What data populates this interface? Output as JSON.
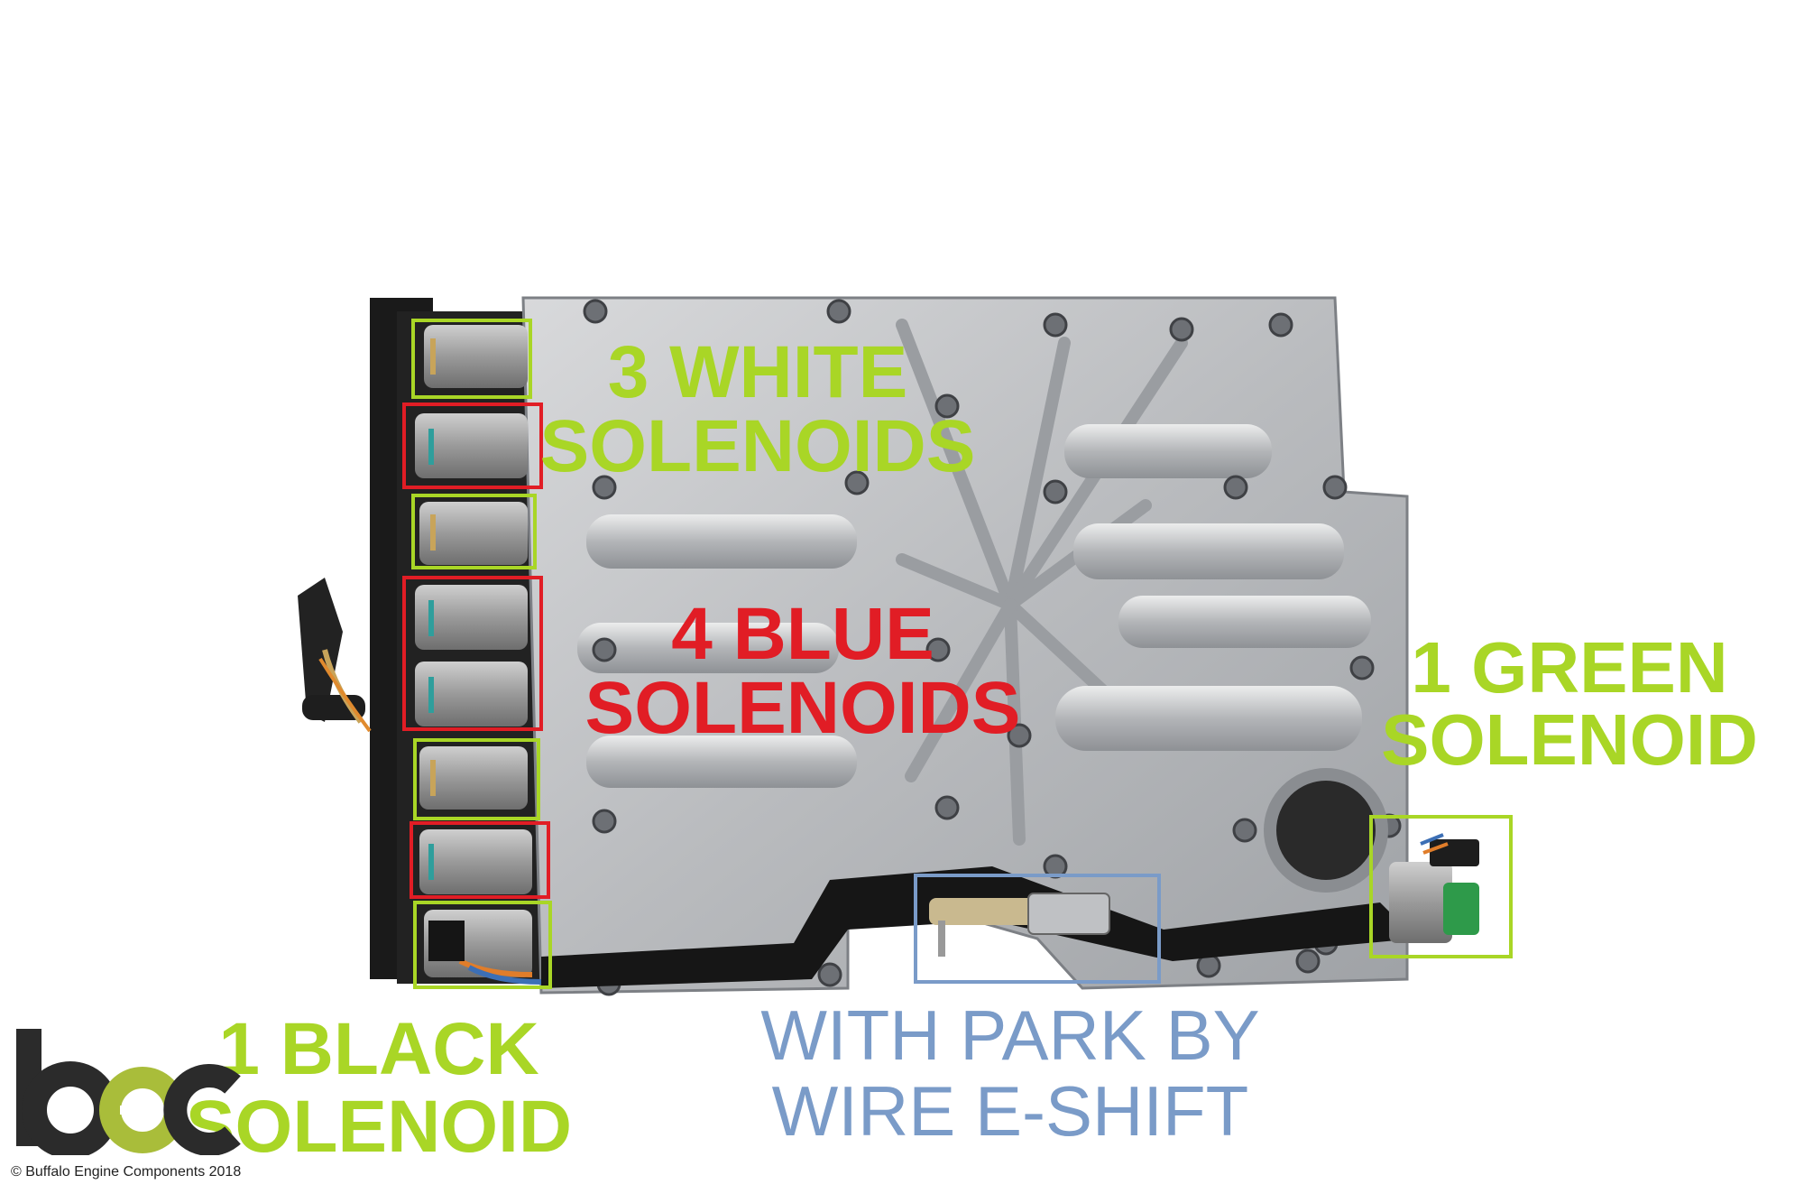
{
  "labels": {
    "white": [
      "3 WHITE",
      "SOLENOIDS"
    ],
    "blue": [
      "4 BLUE",
      "SOLENOIDS"
    ],
    "green": [
      "1 GREEN",
      "SOLENOID"
    ],
    "black": [
      "1 BLACK",
      "SOLENOID"
    ],
    "park": [
      "WITH PARK BY",
      "WIRE E-SHIFT"
    ]
  },
  "copyright": "© Buffalo Engine Components 2018",
  "colors": {
    "white_label": "#a9d626",
    "blue_label": "#e11d25",
    "green_label": "#a9d626",
    "black_label": "#a9d626",
    "park_label": "#7a9bc8",
    "highlight_green": "#a9d626",
    "highlight_red": "#e11d25",
    "highlight_blue": "#7a9bc8"
  },
  "icons": {
    "logo": "bec-logo-icon"
  }
}
